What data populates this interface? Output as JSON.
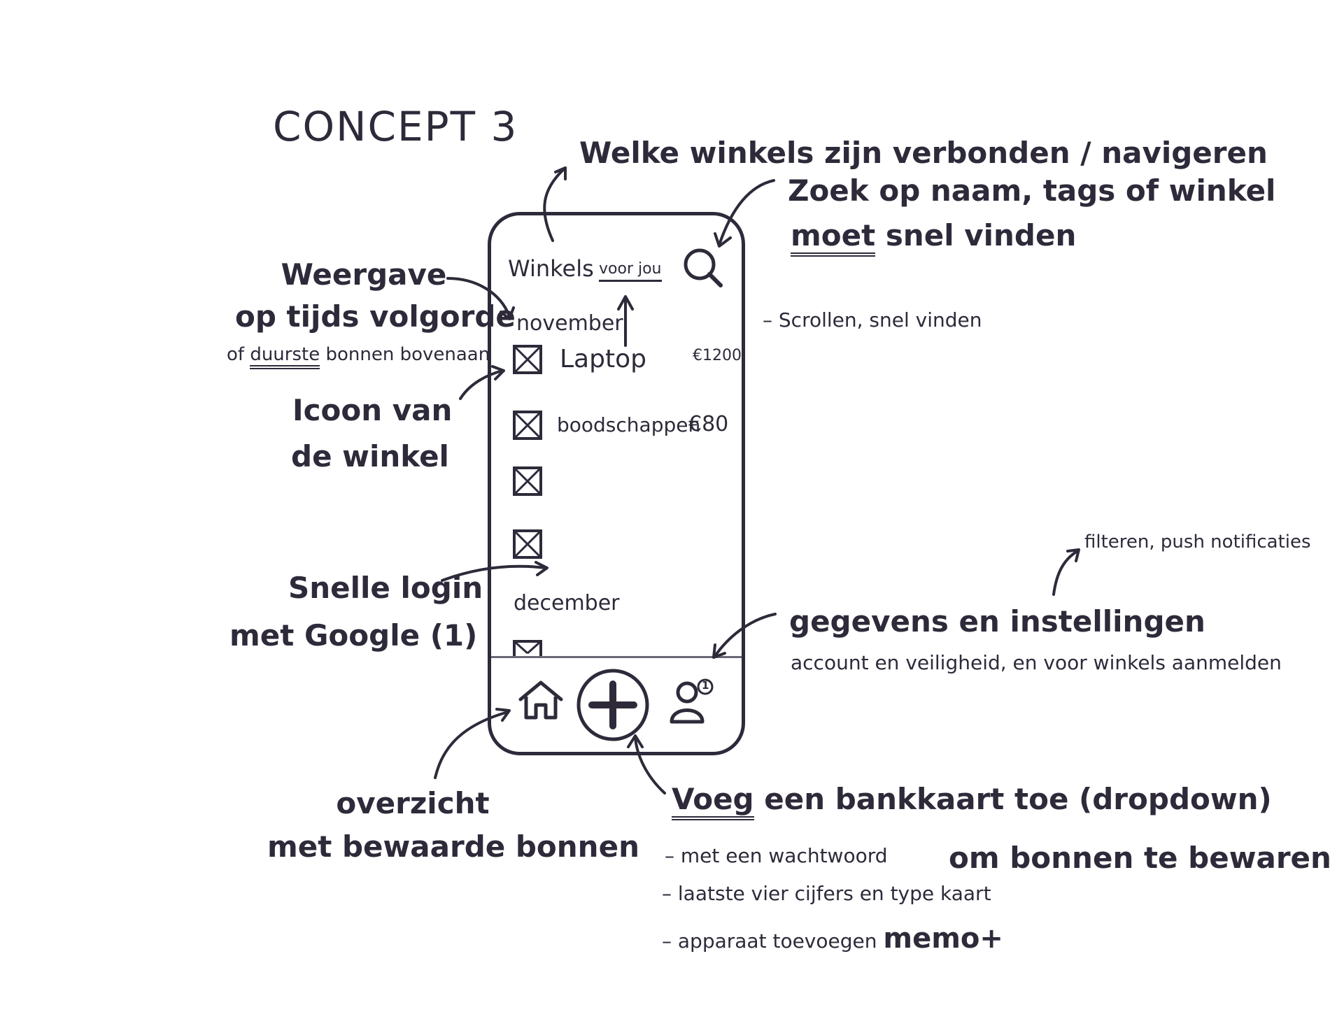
{
  "title": "CONCEPT 3",
  "annotations": {
    "stores": "Welke winkels zijn verbonden / navigeren",
    "search_line1": "Zoek op naam, tags of winkel",
    "search_line2_em": "moet",
    "search_line2_rest": "snel vinden",
    "scroll": "– Scrollen, snel vinden",
    "order_line1": "Weergave",
    "order_line2": "op tijds volgorde",
    "order_line3_a": "of",
    "order_line3_em": "duurste",
    "order_line3_b": "bonnen bovenaan",
    "icon_line1": "Icoon van",
    "icon_line2": "de winkel",
    "login_line1": "Snelle login",
    "login_line2": "met Google (1)",
    "filter": "filteren, push notificaties",
    "settings_title": "gegevens en instellingen",
    "settings_sub": "account en veiligheid, en voor winkels aanmelden",
    "overview_line1": "overzicht",
    "overview_line2": "met bewaarde bonnen",
    "add_em": "Voeg",
    "add_rest": "een bankkaart toe (dropdown)",
    "add_line2": "om bonnen te bewaren",
    "bullet1": "– met een wachtwoord",
    "bullet2": "– laatste vier cijfers en type kaart",
    "bullet3_a": "– apparaat toevoegen",
    "bullet3_b": "memo+"
  },
  "phone": {
    "tab_stores": "Winkels",
    "tab_for_you": "voor jou",
    "sections": [
      {
        "month": "november",
        "items": [
          {
            "label": "Laptop",
            "price": "€1200"
          },
          {
            "label": "boodschappen",
            "price": "€80"
          },
          {
            "label": "",
            "price": ""
          },
          {
            "label": "",
            "price": ""
          }
        ]
      },
      {
        "month": "december",
        "items": []
      }
    ],
    "profile_badge": "1",
    "icons": [
      "search-icon",
      "home-icon",
      "plus-icon",
      "profile-icon",
      "store-placeholder-icon"
    ]
  }
}
